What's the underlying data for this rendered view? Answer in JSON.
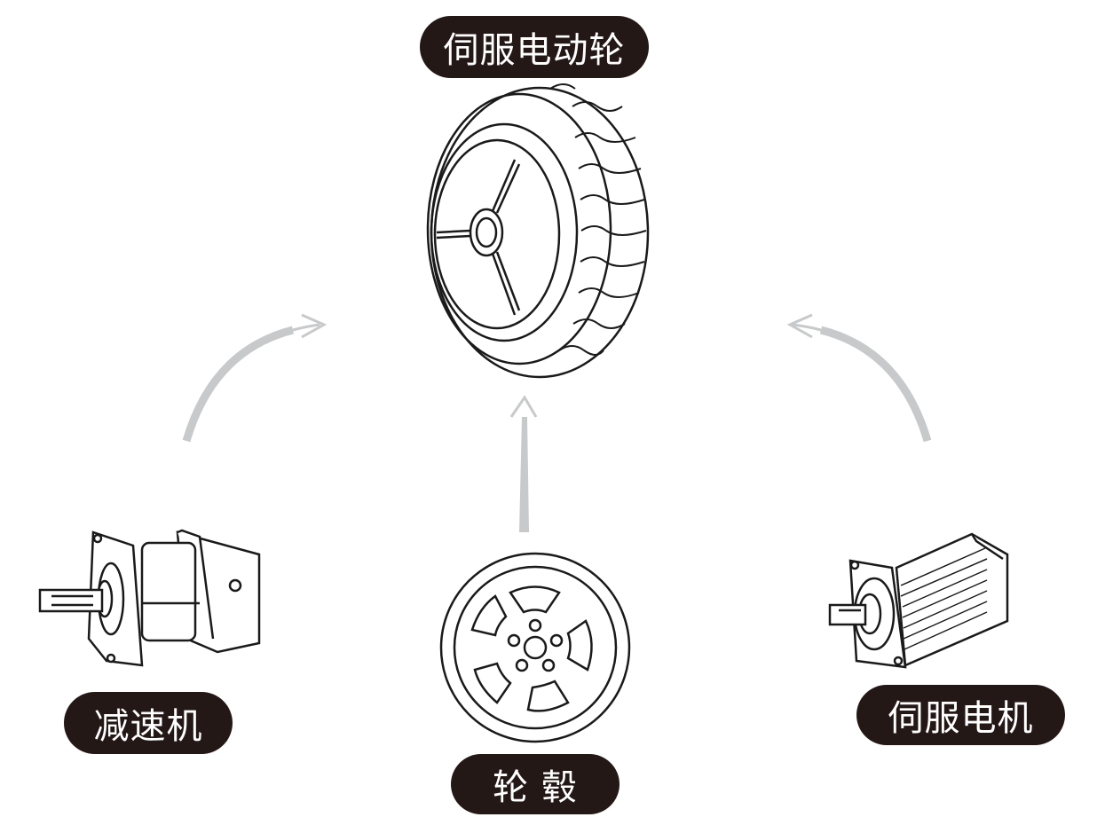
{
  "labels": {
    "servo_wheel": "伺服电动轮",
    "reducer": "减速机",
    "hub": "轮 毂",
    "servo_motor": "伺服电机"
  },
  "colors": {
    "pill": "#231815",
    "arrow": "#c8c9ca",
    "line": "#1a1a1a"
  }
}
